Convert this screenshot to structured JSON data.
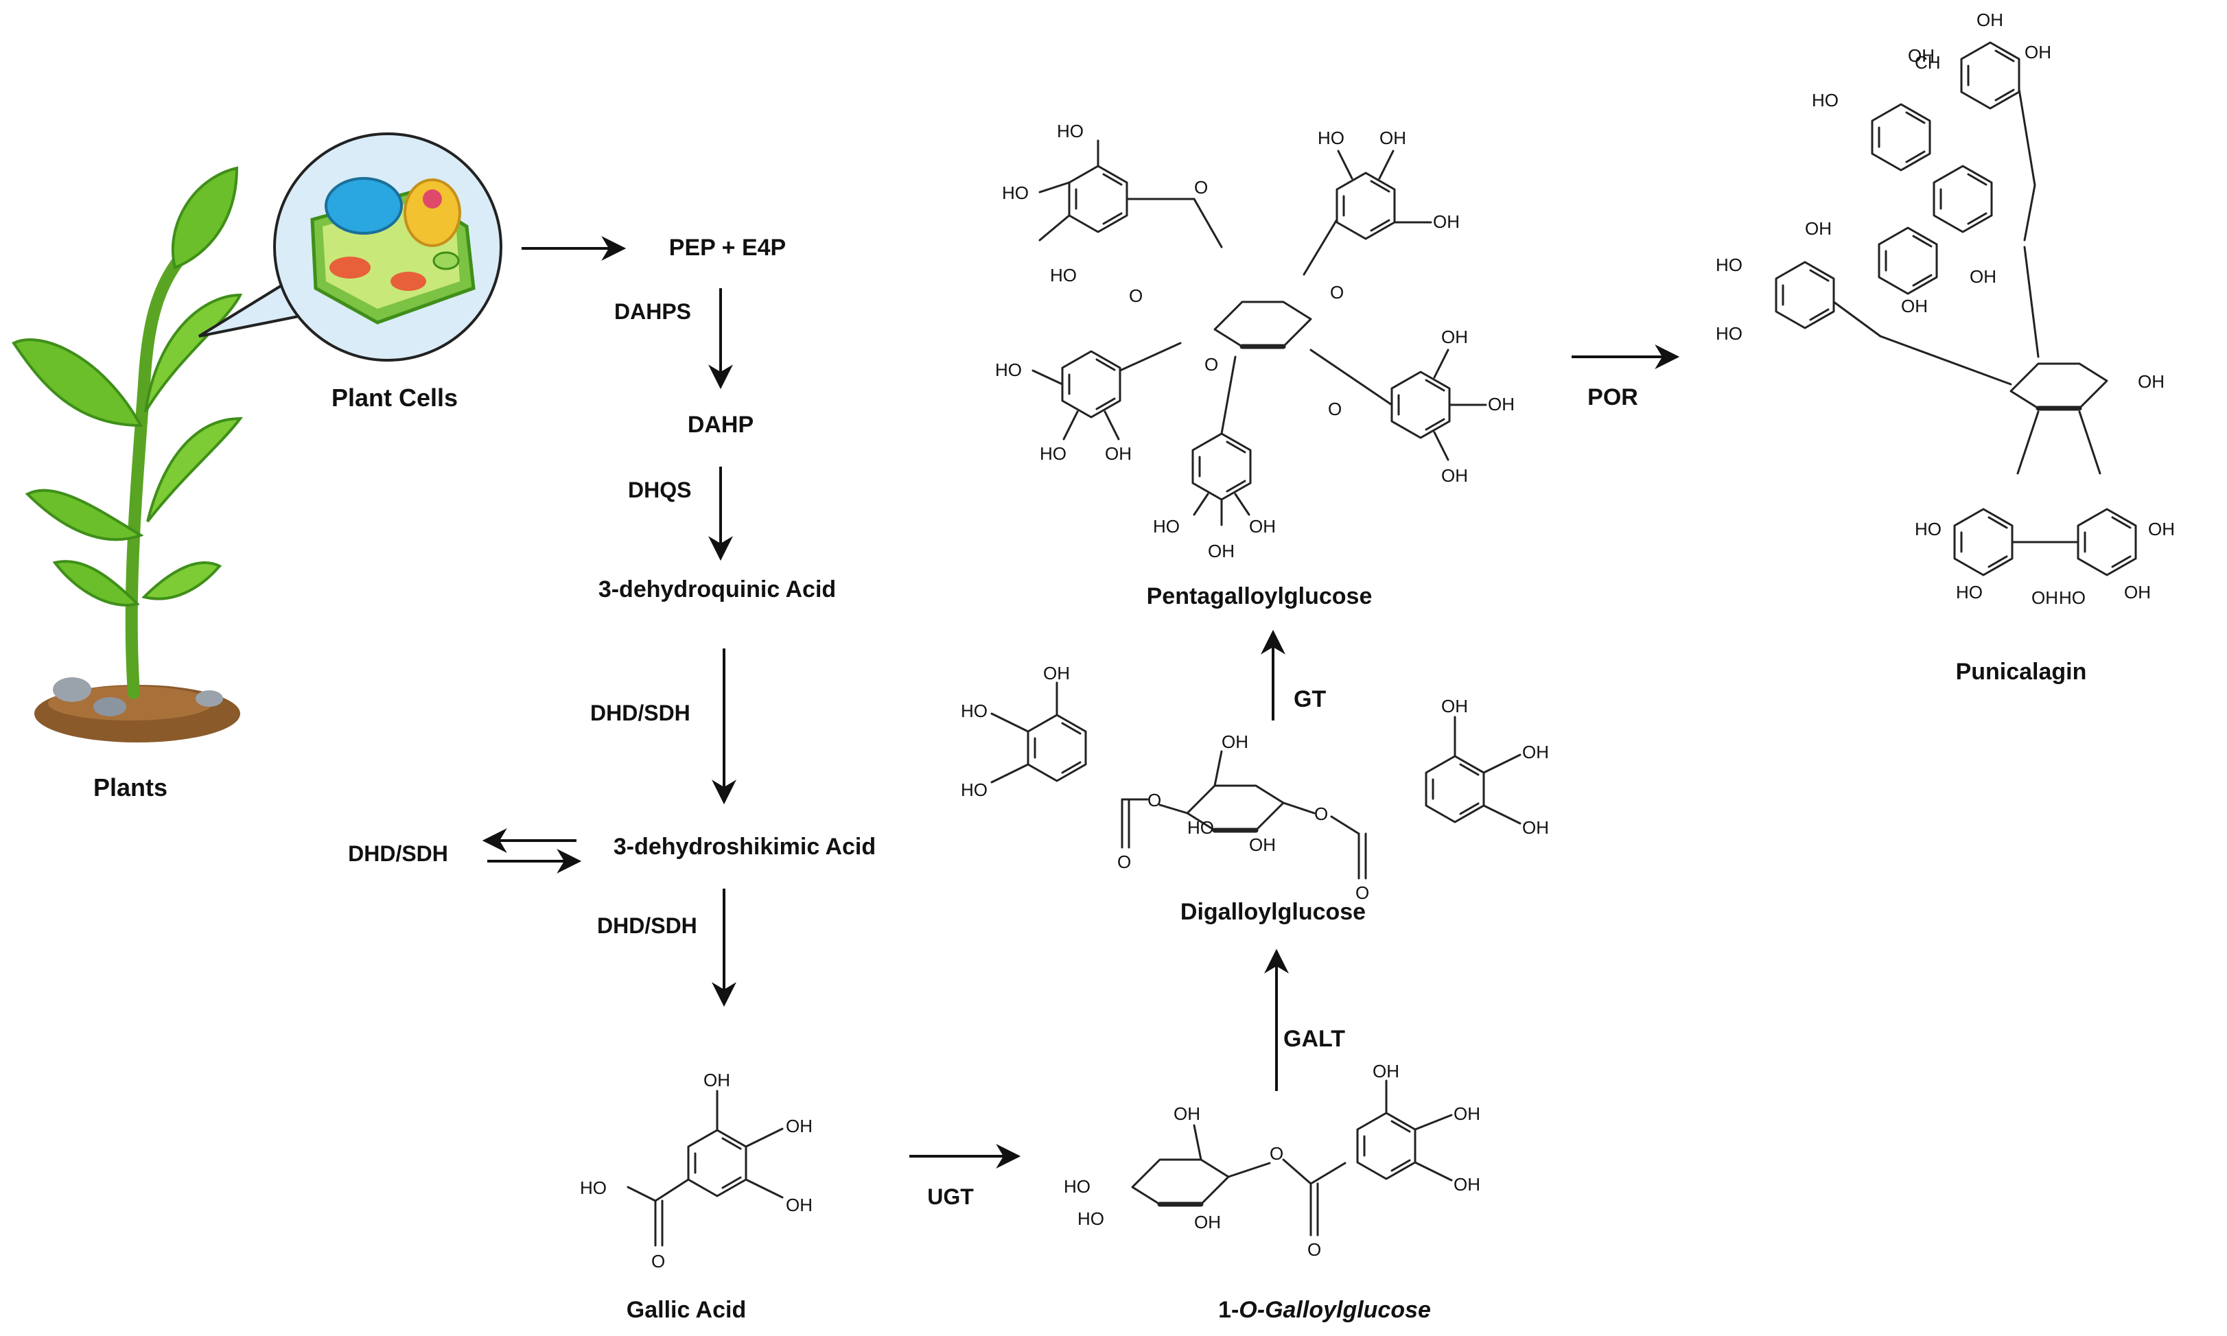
{
  "diagram": {
    "title": "",
    "colors": {
      "leaf": "#6bbf2a",
      "leaf_dark": "#3f8f1a",
      "stem": "#5aa423",
      "soil": "#8a5a2b",
      "cell_bubble": "#d9ecf7",
      "cell_wall": "#7cc243",
      "nucleus": "#2aa6e0",
      "chloroplast": "#f2c230",
      "arrow": "#111111",
      "text": "#111111"
    },
    "icons": [
      "plant-illustration",
      "plant-cell-illustration"
    ],
    "labels": {
      "plants": "Plants",
      "plant_cells": "Plant Cells",
      "pep_e4p": "PEP + E4P",
      "dahps": "DAHPS",
      "dahp": "DAHP",
      "dhqs": "DHQS",
      "dehydroquinic": "3-dehydroquinic Acid",
      "dhd_sdh_1": "DHD/SDH",
      "dehydroshikimic": "3-dehydroshikimic Acid",
      "dhd_sdh_side": "DHD/SDH",
      "dhd_sdh_2": "DHD/SDH",
      "gallic_acid": "Gallic Acid",
      "ugt": "UGT",
      "galloylglucose_prefix": "1-",
      "galloylglucose_italic": "O-Galloylglucose",
      "galt": "GALT",
      "digalloylglucose": "Digalloylglucose",
      "gt": "GT",
      "pentagalloylglucose": "Pentagalloylglucose",
      "por": "POR",
      "punicalagin": "Punicalagin"
    },
    "atoms": {
      "oh": "OH",
      "ho": "HO",
      "o": "O",
      "ch": "CH"
    }
  }
}
